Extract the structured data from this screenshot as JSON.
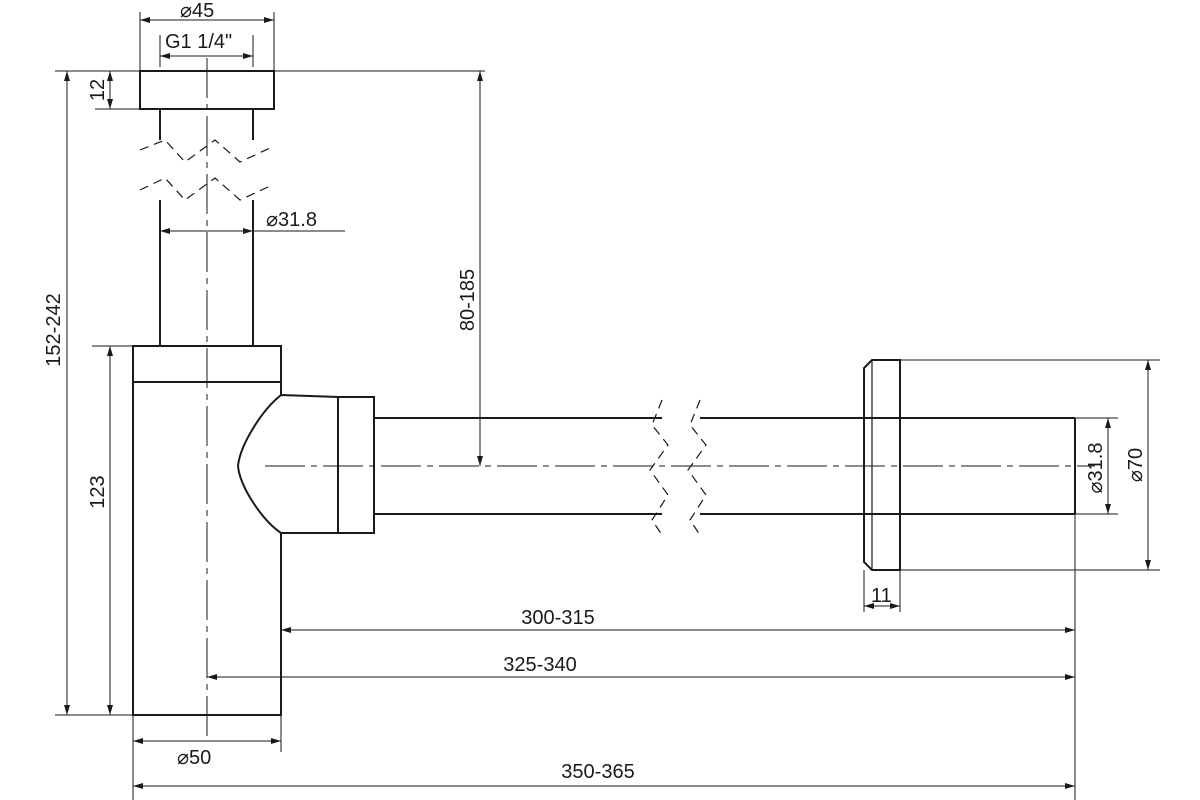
{
  "drawing": {
    "dimensions": {
      "nut_diameter": "⌀45",
      "thread": "G1 1/4\"",
      "nut_height": "12",
      "tube_diameter": "⌀31.8",
      "total_height": "152-242",
      "outlet_height": "80-185",
      "body_height": "123",
      "body_diameter": "⌀50",
      "outlet_tube_diameter": "⌀31.8",
      "flange_diameter": "⌀70",
      "flange_thickness": "11",
      "length_from_body": "300-315",
      "length_from_axis": "325-340",
      "overall_length": "350-365"
    }
  }
}
